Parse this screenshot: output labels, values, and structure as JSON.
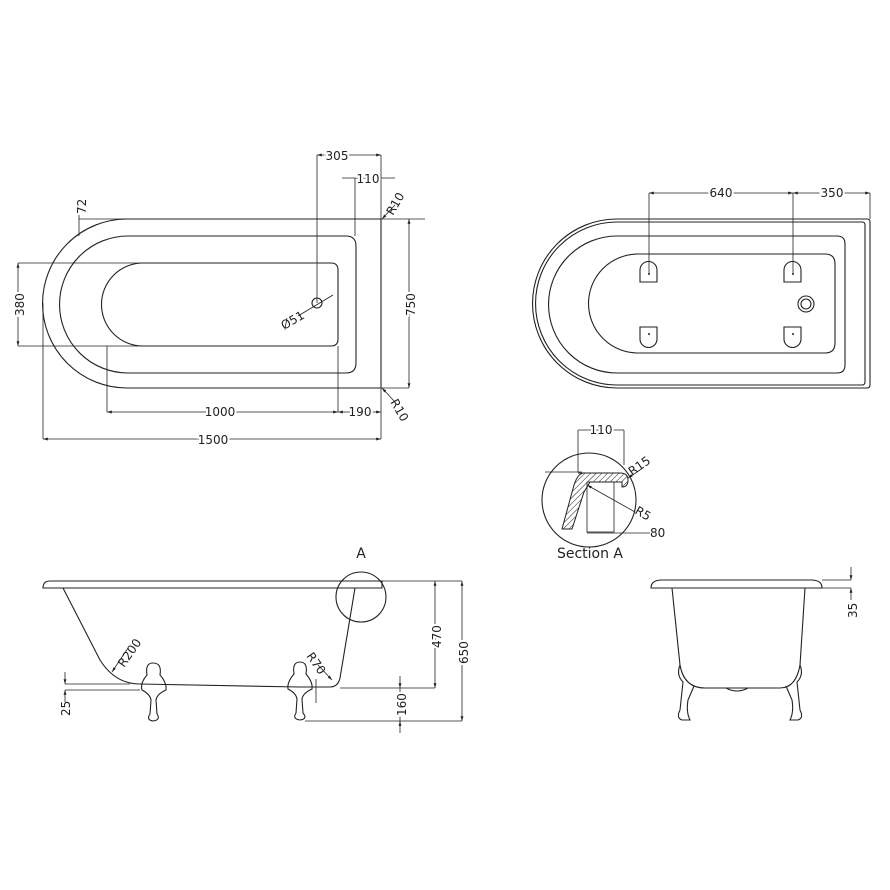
{
  "plan_view": {
    "dims": {
      "d305": "305",
      "d110": "110",
      "d72": "72",
      "d380": "380",
      "d750": "750",
      "d1000": "1000",
      "d190": "190",
      "d1500": "1500",
      "r10_top": "R10",
      "r10_bottom": "R10",
      "waste": "Ø51"
    }
  },
  "underside_view": {
    "dims": {
      "d640": "640",
      "d350": "350"
    }
  },
  "section_a": {
    "title": "Section A",
    "dims": {
      "d110": "110",
      "r15": "R15",
      "r5": "R5",
      "d80": "80"
    }
  },
  "side_view": {
    "detail_marker": "A",
    "dims": {
      "r200": "R200",
      "r70": "R70",
      "d25": "25",
      "d160": "160",
      "d470": "470",
      "d650": "650"
    }
  },
  "end_view": {
    "dims": {
      "d35": "35"
    }
  },
  "colors": {
    "line": "#222222",
    "background": "#ffffff"
  }
}
